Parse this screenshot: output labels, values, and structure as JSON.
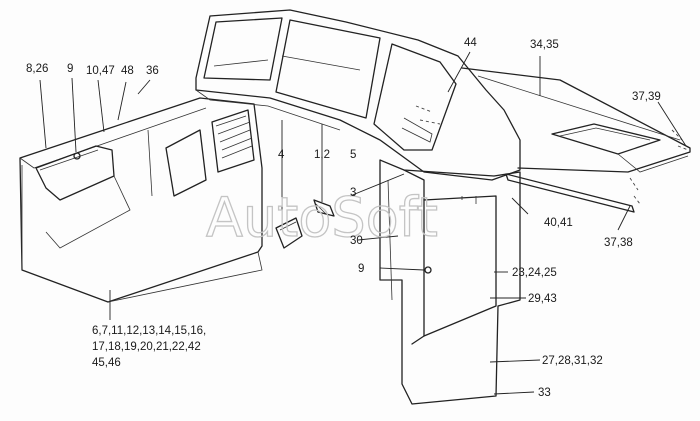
{
  "watermark": "AutoSoft",
  "callouts": {
    "c_8_26": "8,26",
    "c_9_top": "9",
    "c_10_47": "10,47",
    "c_48": "48",
    "c_36": "36",
    "c_44": "44",
    "c_34_35": "34,35",
    "c_37_39": "37,39",
    "c_4": "4",
    "c_1_2": "1,2",
    "c_5": "5",
    "c_3": "3",
    "c_30": "30",
    "c_9_mid": "9",
    "c_40_41": "40,41",
    "c_37_38": "37,38",
    "c_23_24_25": "23,24,25",
    "c_29_43": "29,43",
    "c_27_28_31_32": "27,28,31,32",
    "c_33": "33",
    "c_list_1": "6,7,11,12,13,14,15,16,",
    "c_list_2": "17,18,19,20,21,22,42",
    "c_list_3": "45,46"
  }
}
